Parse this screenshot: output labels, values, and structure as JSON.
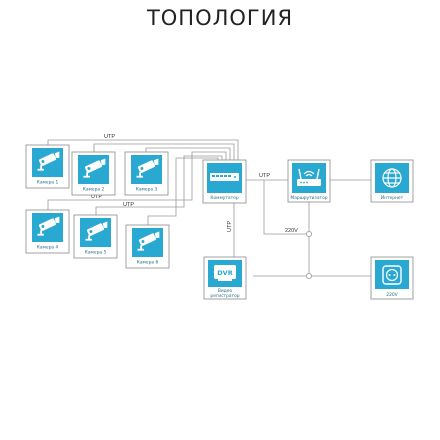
{
  "title": "ТОПОЛОГИЯ",
  "colors": {
    "tile": "#29a9d2",
    "tile_border": "#8a8a8a",
    "wire": "#9a9a9a",
    "label": "#2c6f86"
  },
  "cameras": [
    {
      "label": "Камера 1",
      "icon": "cctv-camera-icon"
    },
    {
      "label": "Камера 2",
      "icon": "cctv-camera-icon"
    },
    {
      "label": "Камера 3",
      "icon": "cctv-camera-icon"
    },
    {
      "label": "Камера 4",
      "icon": "cctv-camera-icon"
    },
    {
      "label": "Камера 5",
      "icon": "cctv-camera-icon"
    },
    {
      "label": "Камера 6",
      "icon": "cctv-camera-icon"
    }
  ],
  "devices": {
    "switch": {
      "label": "Коммутатор",
      "icon": "network-switch-icon"
    },
    "router": {
      "label": "Маршрутизатор",
      "icon": "wifi-router-icon"
    },
    "internet": {
      "label": "Интернет",
      "icon": "globe-icon"
    },
    "dvr": {
      "label_line1": "Видео",
      "label_line2": "регистратор",
      "icon": "dvr-icon",
      "badge": "DVR"
    },
    "outlet": {
      "label": "220V",
      "icon": "power-outlet-icon"
    }
  },
  "wire_labels": {
    "utp_top": "UTP",
    "utp_mid": "UTP",
    "utp_bottom": "UTP",
    "utp_switch_router": "UTP",
    "utp_vertical": "UTP",
    "power": "220V"
  }
}
